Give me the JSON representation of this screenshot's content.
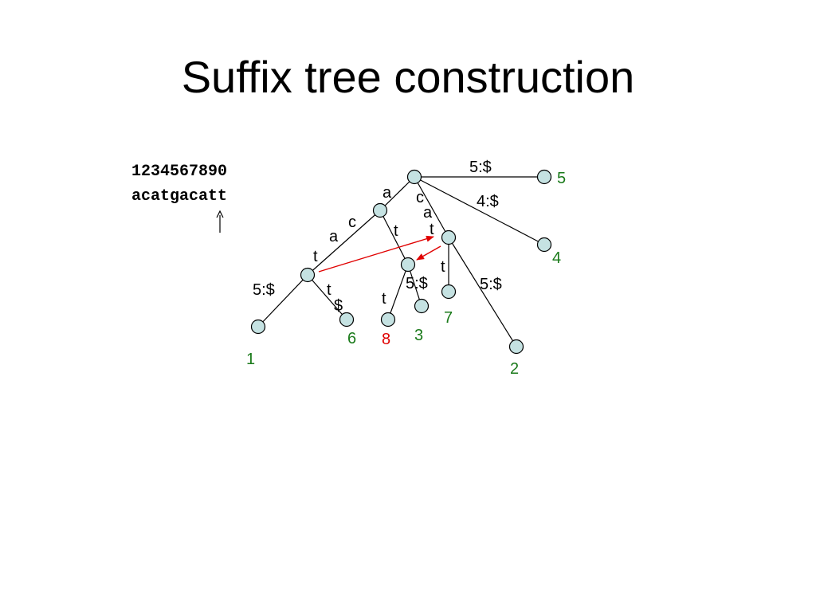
{
  "title": "Suffix tree construction",
  "sequence": {
    "indices": "1234567890",
    "string": "acatgacatt"
  },
  "colors": {
    "node_fill": "#c5e2e2",
    "leaf_label": "#1a7a1a",
    "highlight_label": "#e00000",
    "suffix_link": "#e00000"
  },
  "edge_labels": {
    "root_to_5": "5:$",
    "root_a": "a",
    "root_c": "c",
    "c_branch_a": "a",
    "c_branch_t": "t",
    "root_to_4": "4:$",
    "a_node_c": "c",
    "a_node_t": "t",
    "left_a": "a",
    "left_t": "t",
    "left_to_1": "5:$",
    "left_t_leaf": "t",
    "left_dollar": "$",
    "mid_t": "t",
    "mid_to_3": "5:$",
    "right_t": "t",
    "right_to_2": "5:$"
  },
  "leaf_labels": {
    "leaf_5": "5",
    "leaf_4": "4",
    "leaf_1": "1",
    "leaf_6": "6",
    "leaf_8": "8",
    "leaf_3": "3",
    "leaf_7": "7",
    "leaf_2": "2"
  }
}
